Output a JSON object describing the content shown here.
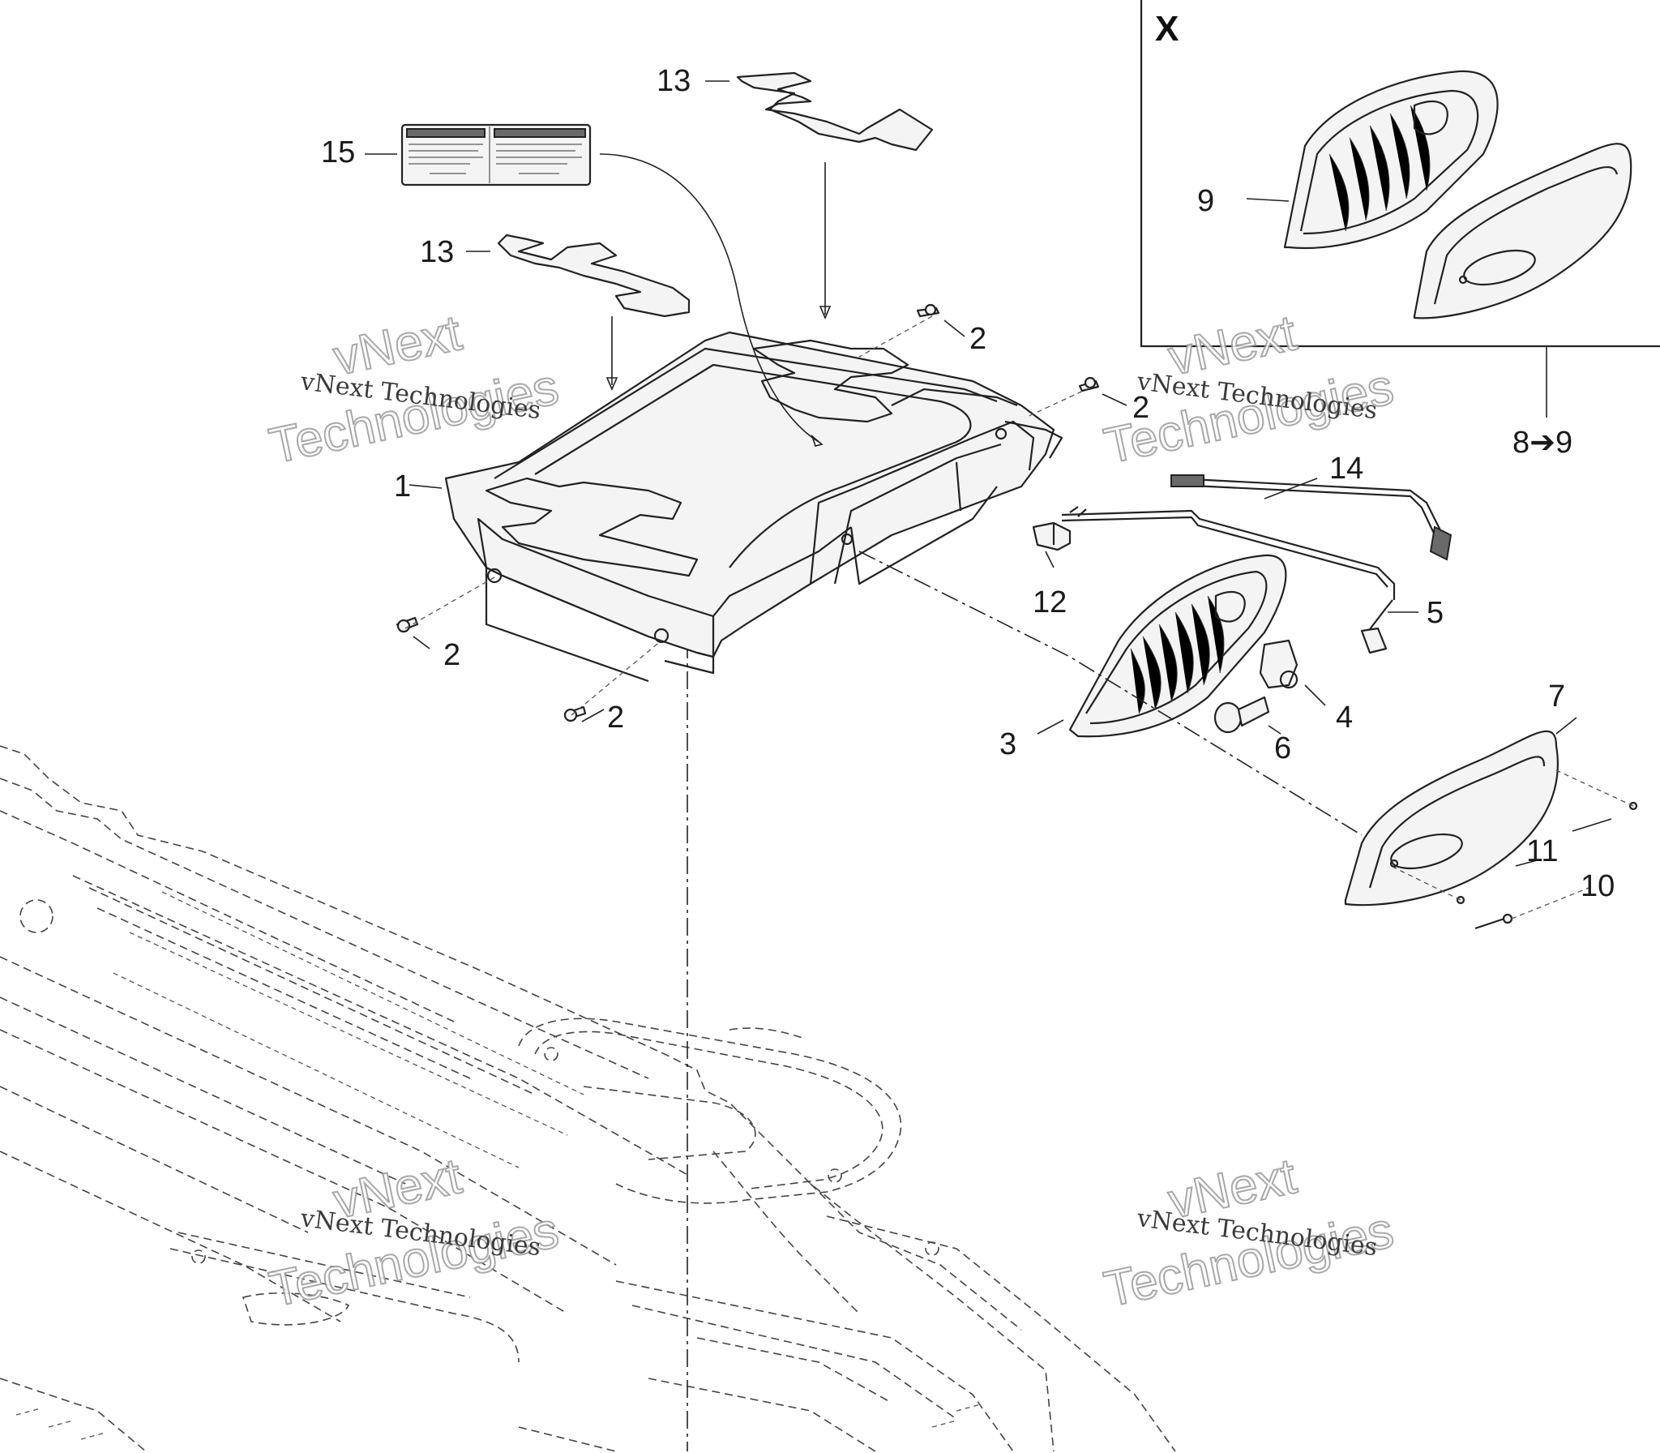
{
  "inset": {
    "letter": "X",
    "range_label": "8➔9"
  },
  "callouts": {
    "c1": "1",
    "c2a": "2",
    "c2b": "2",
    "c2c": "2",
    "c2d": "2",
    "c3": "3",
    "c4": "4",
    "c5": "5",
    "c6": "6",
    "c7": "7",
    "c9": "9",
    "c10": "10",
    "c11": "11",
    "c12": "12",
    "c13a": "13",
    "c13b": "13",
    "c14": "14",
    "c15": "15"
  },
  "watermarks": {
    "brand": "vNext",
    "company": "vNext Technologies",
    "word": "Technologies"
  },
  "colors": {
    "line": "#222222",
    "background": "#ffffff",
    "watermark_outline": "#9a9a9a"
  }
}
